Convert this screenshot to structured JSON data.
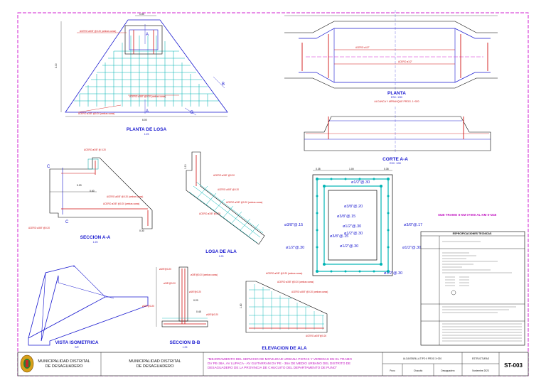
{
  "views": {
    "planta_losa": {
      "title": "PLANTA DE LOSA",
      "scale": "1:25"
    },
    "planta": {
      "title": "PLANTA",
      "scale": "ESC: 1/50",
      "note": "ALCANCA Y ARRANQUE PROG. 1+020"
    },
    "corte_aa": {
      "title": "CORTE A-A",
      "scale": "ESC: 1/50"
    },
    "seccion_aa": {
      "title": "SECCION A-A",
      "scale": "1:25"
    },
    "losa_ala": {
      "title": "LOSA DE ALA",
      "scale": "1:25"
    },
    "vista_isometrica": {
      "title": "VISTA ISOMETRICA",
      "scale": "S/E"
    },
    "seccion_bb": {
      "title": "SECCION B-B",
      "scale": "1:25"
    },
    "elevacion_ala": {
      "title": "ELEVACION DE ALA",
      "scale": "1:25"
    }
  },
  "section_marks": [
    "A",
    "A",
    "B",
    "B",
    "C",
    "C"
  ],
  "box_bars": [
    "ø1/2\"@.30",
    "ø3/8\"@.20",
    "ø3/8\"@.15",
    "ø1/2\"@.30",
    "ø3/8\"@.15",
    "ø3/8\"@.17",
    "ø1/2\"@.30",
    "ø3/8\"@.15",
    "ø1/2\"@.30",
    "ø1/2\"@.30",
    "ø1/2\"@.30",
    "ø1/2\"@.30"
  ],
  "box_dims": [
    "0.35",
    "1.00",
    "0.35"
  ],
  "sub_tramo": "SUB TRAMO II KM 0+000 AL KM 0+245",
  "specs_title": "ESPECIFICACIONES TECNICAS",
  "title_block": {
    "owner_left": "MUNICIPALIDAD DISTRITAL\nDE DESAGUADERO",
    "owner_mid": "MUNICIPALIDAD DISTRITAL\nDE DESAGUADERO",
    "project": "\"MEJORAMIENTO DEL SERVICIO DE MOVILIDAD URBANA PISTAS Y VEREDAS EN EL TRAMO\nDV PE-36A, AV LUPACA - AV GUITARRAM DV PE - 36A DE MEDIO URBANO DEL DISTRITO DE\nDESAGUADERO DE LA PROVINCIA DE CHUCUITO DEL DEPARTAMENTO DE PUNO\"",
    "plano": "ALCANTARILLA TIPO II PROG 1+020",
    "especialidad": "ESTRUCTURAS",
    "region": "Puno",
    "provincia": "Chucuito",
    "distrito": "Desaguadero",
    "fecha": "Noviembre 2023",
    "lamina": "ST-003"
  },
  "colors": {
    "border": "#d020d0",
    "line": "#1a1ad0",
    "rebar": "#d01010",
    "mesh": "#00b4b4",
    "title_text": "#1a1ad0"
  }
}
